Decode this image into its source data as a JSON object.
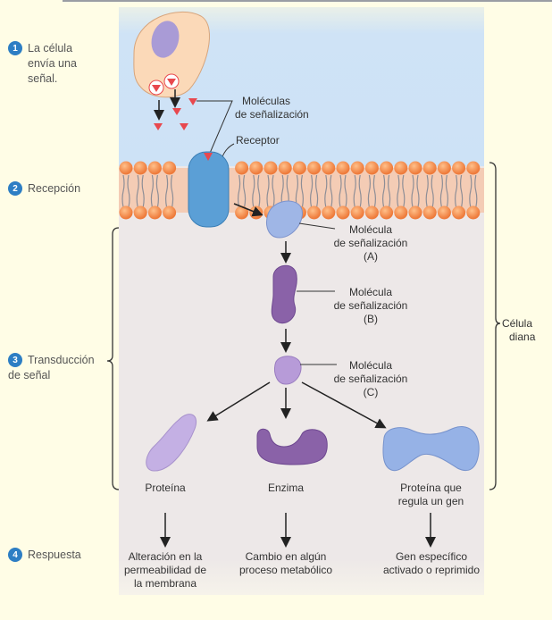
{
  "steps": [
    {
      "number": "1",
      "label_lines": [
        "La célula",
        "envía una",
        "señal."
      ]
    },
    {
      "number": "2",
      "label_lines": [
        "Recepción"
      ]
    },
    {
      "number": "3",
      "label_lines": [
        "Transducción",
        "de señal"
      ]
    },
    {
      "number": "4",
      "label_lines": [
        "Respuesta"
      ]
    }
  ],
  "labels": {
    "signaling_molecules": [
      "Moléculas",
      "de señalización"
    ],
    "receptor": "Receptor",
    "molecule_a": [
      "Molécula",
      "de señalización",
      "(A)"
    ],
    "molecule_b": [
      "Molécula",
      "de señalización",
      "(B)"
    ],
    "molecule_c": [
      "Molécula",
      "de señalización",
      "(C)"
    ],
    "target_cell": [
      "Célula",
      "diana"
    ]
  },
  "targets": [
    {
      "name": "Proteína",
      "lines": [
        "Proteína"
      ]
    },
    {
      "name": "Enzima",
      "lines": [
        "Enzima"
      ]
    },
    {
      "name": "Proteína que regula un gen",
      "lines": [
        "Proteína que",
        "regula un gen"
      ]
    }
  ],
  "responses": [
    {
      "lines": [
        "Alteración en la",
        "permeabilidad de",
        "la membrana"
      ]
    },
    {
      "lines": [
        "Cambio en algún",
        "proceso metabólico"
      ]
    },
    {
      "lines": [
        "Gen específico",
        "activado o reprimido"
      ]
    }
  ],
  "colors": {
    "badge": "#2d7ec4",
    "extracellular": "#cde2f6",
    "cytoplasm": "#ede8e8",
    "background": "#fffde6",
    "lipid_head": "#f08a4b",
    "receptor": "#5b9fd6",
    "signal_molecule": "#e8484e"
  }
}
